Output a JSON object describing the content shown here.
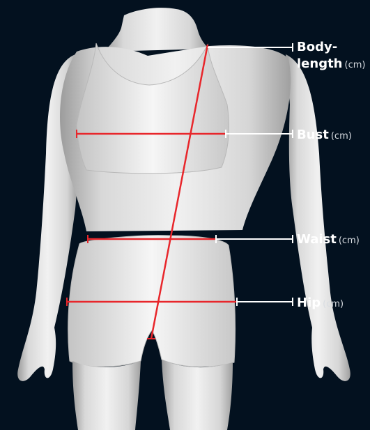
{
  "labels": {
    "body_length": {
      "line1": "Body-",
      "line2": "length",
      "unit": "(cm)"
    },
    "bust": {
      "name": "Bust",
      "unit": "(cm)"
    },
    "waist": {
      "name": "Waist",
      "unit": "(cm)"
    },
    "hip": {
      "name": "Hip",
      "unit": "(cm)"
    }
  },
  "colors": {
    "background": "#03111f",
    "measure_line": "#e8262b",
    "leader_line": "#ffffff",
    "mannequin": "#e3e3e3"
  }
}
